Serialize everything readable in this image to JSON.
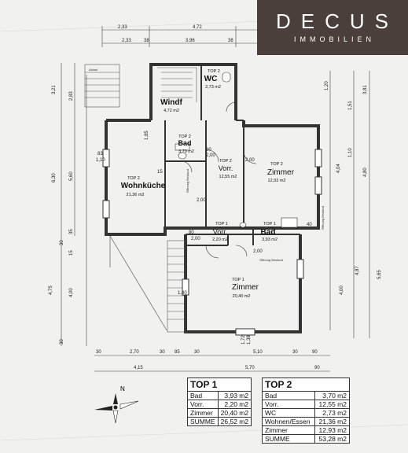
{
  "brand": {
    "name": "DECUS",
    "subtitle": "IMMOBILIEN"
  },
  "rooms": [
    {
      "id": "wc",
      "top": "TOP 2",
      "name": "WC",
      "area": "2,73 m2"
    },
    {
      "id": "windf",
      "top": "",
      "name": "Windf",
      "area": "4,72 m2"
    },
    {
      "id": "bad2",
      "top": "TOP 2",
      "name": "Bad",
      "area": "3,70 m2"
    },
    {
      "id": "vorr2",
      "top": "TOP 2",
      "name": "Vorr.",
      "area": "12,55 m2"
    },
    {
      "id": "zimmer2",
      "top": "TOP 2",
      "name": "Zimmer",
      "area": "12,93 m2"
    },
    {
      "id": "wohnkueche",
      "top": "TOP 2",
      "name": "Wohnküche",
      "area": "21,36 m2"
    },
    {
      "id": "vorr1",
      "top": "TOP 1",
      "name": "Vorr.",
      "area": "2,20 m2"
    },
    {
      "id": "bad1",
      "top": "TOP 1",
      "name": "Bad",
      "area": "3,93 m2"
    },
    {
      "id": "zimmer1",
      "top": "TOP 1",
      "name": "Zimmer",
      "area": "20,40 m2"
    }
  ],
  "dimensions": {
    "top": [
      "2,33",
      "4,72",
      "2,33",
      "38",
      "3,96",
      "38"
    ],
    "bottom": [
      "30",
      "2,70",
      "30",
      "85",
      "30",
      "5,10",
      "30",
      "90",
      "4,15",
      "5,70",
      "90"
    ],
    "left": [
      "3,21",
      "2,83",
      "6,30",
      "5,60",
      "35",
      "30",
      "15",
      "4,00",
      "4,75",
      "30"
    ],
    "right": [
      "1,20",
      "1,51",
      "3,81",
      "4,04",
      "1,10",
      "4,80",
      "4,00",
      "4,87",
      "5,65"
    ],
    "openings": [
      "83",
      "1,10",
      "80",
      "2,00",
      "2,00",
      "2,00",
      "15",
      "1,85",
      "1,40",
      "2,00",
      "80",
      "2,00",
      "40",
      "1,72",
      "1,38"
    ]
  },
  "notes": [
    "Öffnung Bestand",
    "Öffnung Bestand",
    "Öffnung Bestand",
    "Ablauf"
  ],
  "tables": [
    {
      "title": "TOP 1",
      "rows": [
        [
          "Bad",
          "3,93 m2"
        ],
        [
          "Vorr.",
          "2,20 m2"
        ],
        [
          "Zimmer",
          "20,40 m2"
        ]
      ],
      "total": [
        "SUMME",
        "26,52 m2"
      ]
    },
    {
      "title": "TOP 2",
      "rows": [
        [
          "Bad",
          "3,70 m2"
        ],
        [
          "Vorr.",
          "12,55 m2"
        ],
        [
          "WC",
          "2,73 m2"
        ],
        [
          "Wohnen/Essen",
          "21,36 m2"
        ],
        [
          "Zimmer",
          "12,93 m2"
        ]
      ],
      "total": [
        "SUMME",
        "53,28 m2"
      ]
    }
  ],
  "compass": {
    "label": "N"
  }
}
